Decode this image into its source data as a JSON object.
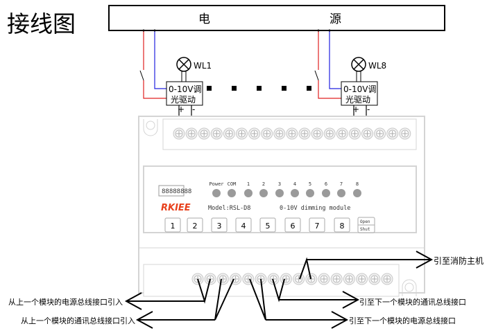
{
  "title": "接线图",
  "power_bus": {
    "label_left": "电",
    "label_right": "源"
  },
  "channels": [
    {
      "lamp": "WL1",
      "driver_line1": "0-10V调",
      "driver_line2": "光驱动",
      "plus": "+",
      "minus": "-"
    },
    {
      "lamp": "WL8",
      "driver_line1": "0-10V调",
      "driver_line2": "光驱动",
      "plus": "+",
      "minus": "-"
    }
  ],
  "module": {
    "brand": "RKIEE",
    "model": "Model:RSL-D8",
    "description": "0-10V dimming module",
    "led_labels": [
      "Power",
      "COM",
      "1",
      "2",
      "3",
      "4",
      "5",
      "6",
      "7",
      "8"
    ],
    "buttons": [
      "1",
      "2",
      "3",
      "4",
      "5",
      "6",
      "7",
      "8"
    ],
    "open_label": "Open",
    "shut_label": "Shut"
  },
  "annotations": {
    "power_in": "从上一个模块的电源总线接口引入",
    "comm_in": "从上一个模块的通讯总线接口引入",
    "fire_host": "引至消防主机",
    "comm_out": "引至下一个模块的通讯总线接口",
    "power_out": "引至下一个模块的电源总线接口"
  },
  "colors": {
    "live": "#e02020",
    "neutral": "#2020e0",
    "brand": "#e8401c",
    "led": "#9a9a9a"
  }
}
